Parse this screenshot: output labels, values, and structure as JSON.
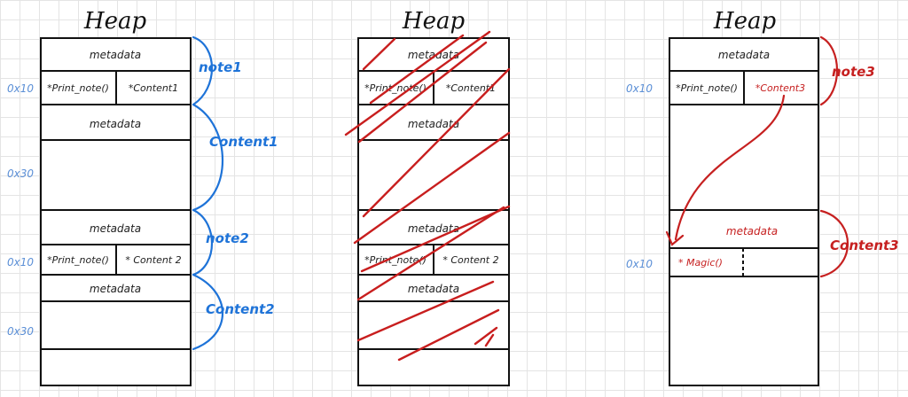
{
  "heaps": [
    {
      "title": "Heap",
      "rows": {
        "meta1": "metadata",
        "note_fn": "*Print_note()",
        "note_content": "*Content1",
        "meta2": "metadata",
        "meta3": "metadata",
        "note2_fn": "*Print_note()",
        "note2_content": "* Content 2",
        "meta4": "metadata"
      },
      "addresses": [
        "0x10",
        "0x30",
        "0x10",
        "0x30"
      ],
      "labels": [
        "note1",
        "Content1",
        "note2",
        "Content2"
      ]
    },
    {
      "title": "Heap",
      "rows": {
        "meta1": "metadata",
        "note_fn": "*Print_note()",
        "note_content": "*Content1",
        "meta2": "metadata",
        "meta3": "metadata",
        "note2_fn": "*Print_note()",
        "note2_content": "* Content 2",
        "meta4": "metadata"
      }
    },
    {
      "title": "Heap",
      "rows": {
        "meta1": "metadata",
        "note_fn": "*Print_note()",
        "note_content": "*Content3",
        "meta2": "metadata",
        "magic": "* Magic()"
      },
      "addresses": [
        "0x10",
        "0x10"
      ],
      "labels": [
        "note3",
        "Content3"
      ]
    }
  ],
  "colors": {
    "blue": "#1e73d8",
    "red": "#c62020",
    "address": "#5b8fd6",
    "grid": "#e4e4e4"
  }
}
